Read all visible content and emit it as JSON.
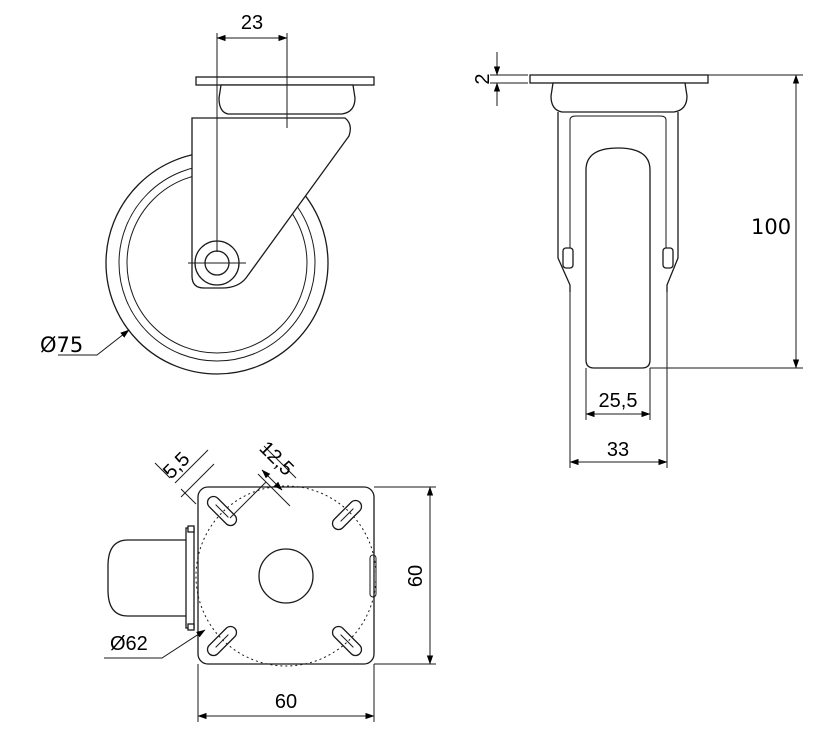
{
  "side_view": {
    "dim_offset": "23",
    "dim_wheel_diameter": "Ø75"
  },
  "front_view": {
    "dim_plate_thickness": "2",
    "dim_total_height": "100",
    "dim_tread_width": "25,5",
    "dim_fork_width": "33"
  },
  "top_view": {
    "dim_hole_width": "5,5",
    "dim_hole_length": "12,5",
    "dim_bolt_circle": "Ø62",
    "dim_plate_height": "60",
    "dim_plate_width": "60"
  }
}
